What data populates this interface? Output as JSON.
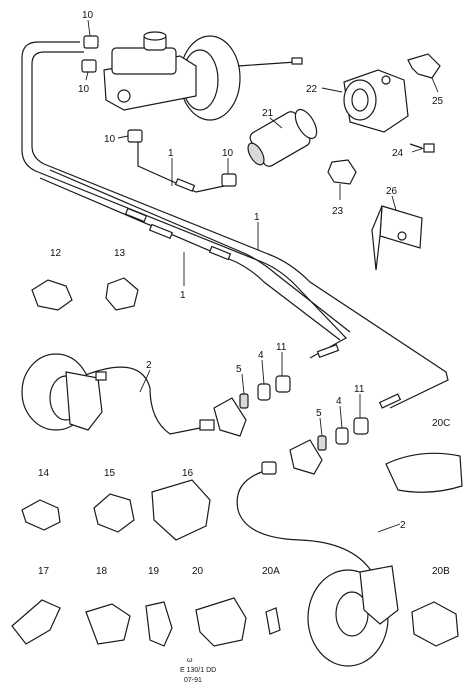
{
  "callouts": {
    "c10a": "10",
    "c10b": "10",
    "c10c": "10",
    "c10d": "10",
    "c1a": "1",
    "c1b": "1",
    "c1c": "1",
    "c21": "21",
    "c22": "22",
    "c23": "23",
    "c24": "24",
    "c25": "25",
    "c26": "26",
    "c12": "12",
    "c13": "13",
    "c2a": "2",
    "c2b": "2",
    "c5a": "5",
    "c4a": "4",
    "c11a": "11",
    "c5b": "5",
    "c4b": "4",
    "c11b": "11",
    "c20c": "20C",
    "c14": "14",
    "c15": "15",
    "c16": "16",
    "c17": "17",
    "c18": "18",
    "c19": "19",
    "c20": "20",
    "c20a": "20A",
    "c20b": "20B"
  },
  "footer": {
    "symbol": "ω",
    "code": "E 130/1 DD",
    "date": "07-91"
  }
}
